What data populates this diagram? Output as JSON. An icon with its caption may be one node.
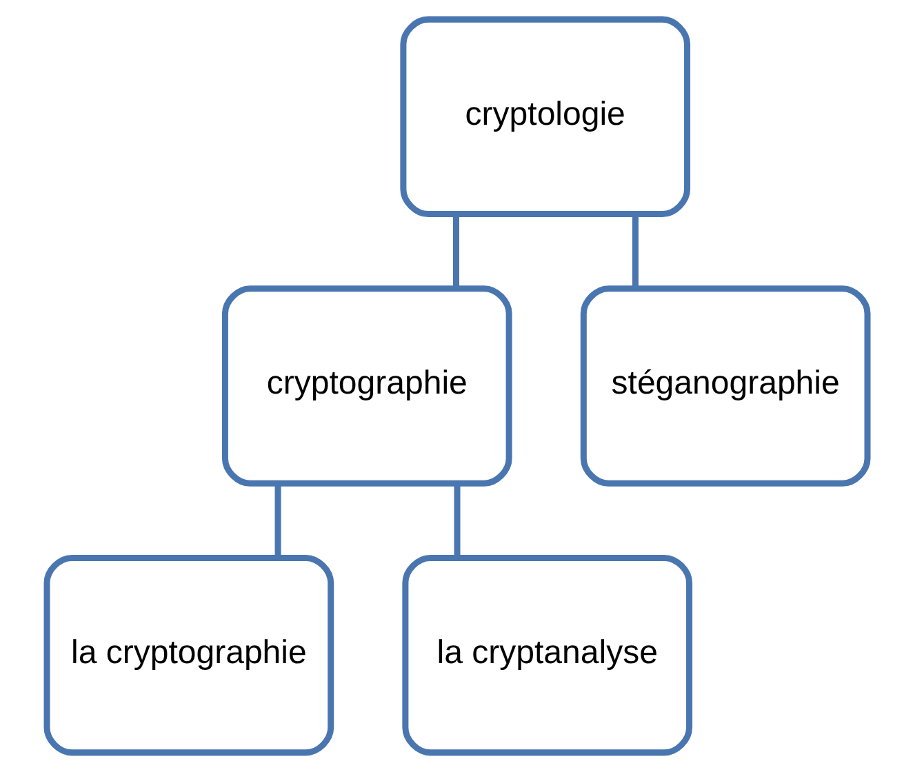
{
  "diagram": {
    "nodes": [
      {
        "text": [
          "cryptologie"
        ]
      },
      {
        "text": [
          "cryptographie"
        ]
      },
      {
        "text": [
          "stéganographie"
        ]
      },
      {
        "text": [
          "la cryptographie"
        ]
      },
      {
        "text": [
          "la cryptanalyse"
        ]
      }
    ],
    "edges": [
      {
        "from": 0,
        "to": 1,
        "arrow": "none"
      },
      {
        "from": 0,
        "to": 2,
        "arrow": "none"
      },
      {
        "from": 1,
        "to": 3,
        "arrow": "none"
      },
      {
        "from": 1,
        "to": 4,
        "arrow": "none"
      }
    ]
  }
}
